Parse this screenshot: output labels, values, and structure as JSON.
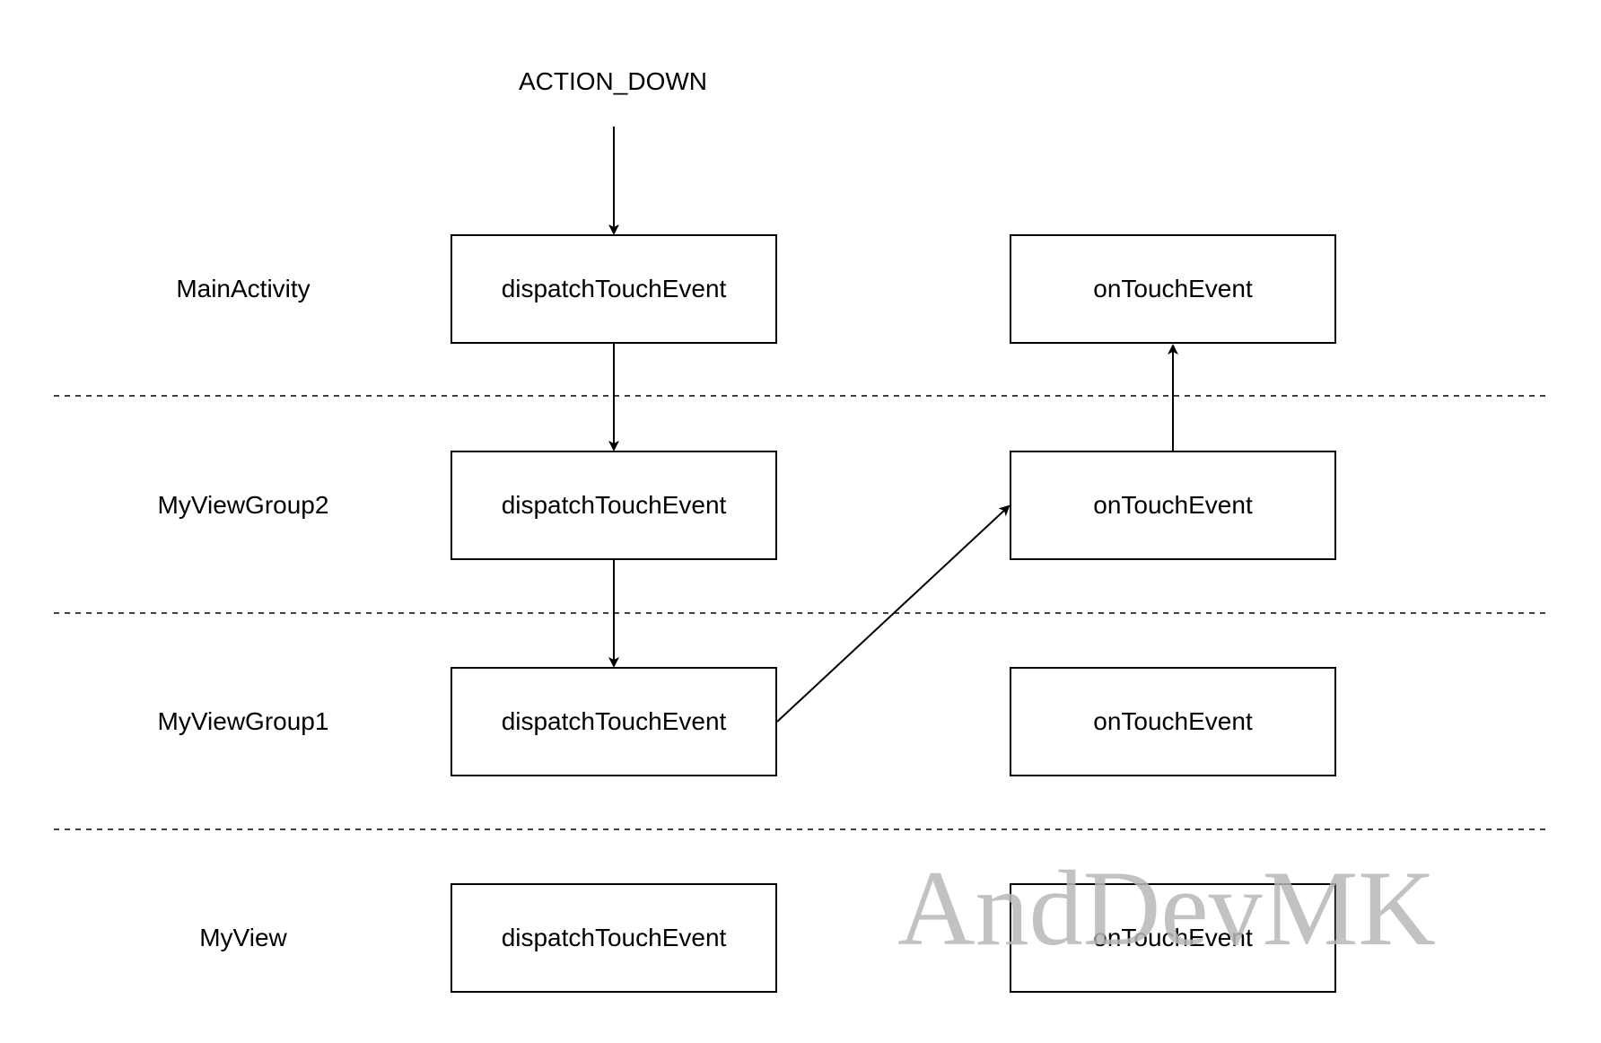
{
  "diagram": {
    "top_label": "ACTION_DOWN",
    "layers": [
      {
        "label": "MainActivity",
        "dispatch": "dispatchTouchEvent",
        "ontouch": "onTouchEvent"
      },
      {
        "label": "MyViewGroup2",
        "dispatch": "dispatchTouchEvent",
        "ontouch": "onTouchEvent"
      },
      {
        "label": "MyViewGroup1",
        "dispatch": "dispatchTouchEvent",
        "ontouch": "onTouchEvent"
      },
      {
        "label": "MyView",
        "dispatch": "dispatchTouchEvent",
        "ontouch": "onTouchEvent"
      }
    ],
    "arrows": [
      {
        "from": "ACTION_DOWN",
        "to": "MainActivity.dispatchTouchEvent"
      },
      {
        "from": "MainActivity.dispatchTouchEvent",
        "to": "MyViewGroup2.dispatchTouchEvent"
      },
      {
        "from": "MyViewGroup2.dispatchTouchEvent",
        "to": "MyViewGroup1.dispatchTouchEvent"
      },
      {
        "from": "MyViewGroup1.dispatchTouchEvent",
        "to": "MyViewGroup2.onTouchEvent"
      },
      {
        "from": "MyViewGroup2.onTouchEvent",
        "to": "MainActivity.onTouchEvent"
      }
    ],
    "watermark": "AndDevMK"
  }
}
